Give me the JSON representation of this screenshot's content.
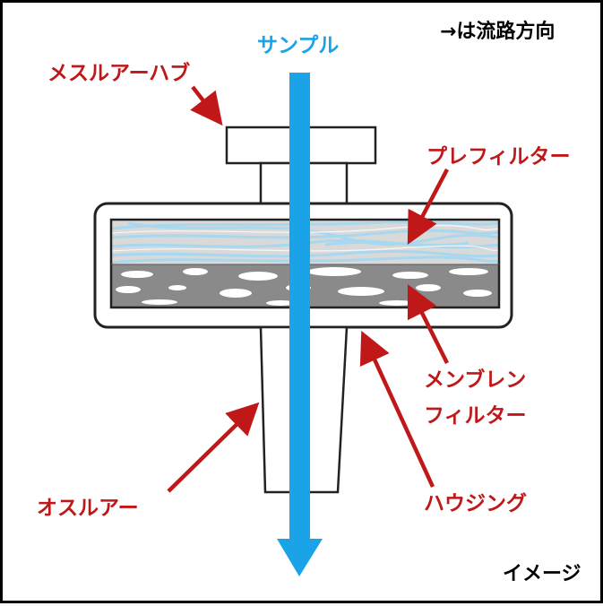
{
  "labels": {
    "sample": "サンプル",
    "flow_note": "→は流路方向",
    "male_luer_hub": "メスルアーハブ",
    "prefilter": "プレフィルター",
    "membrane_line1": "メンブレン",
    "membrane_line2": "フィルター",
    "male_luer": "オスルアー",
    "housing": "ハウジング",
    "image_note": "イメージ"
  },
  "colors": {
    "label_red": "#c01818",
    "sample_blue": "#1aa3e6",
    "prefilter_fiber": "#a8d8ef",
    "membrane_gray": "#8a8a8a",
    "housing_stroke": "#222222"
  }
}
